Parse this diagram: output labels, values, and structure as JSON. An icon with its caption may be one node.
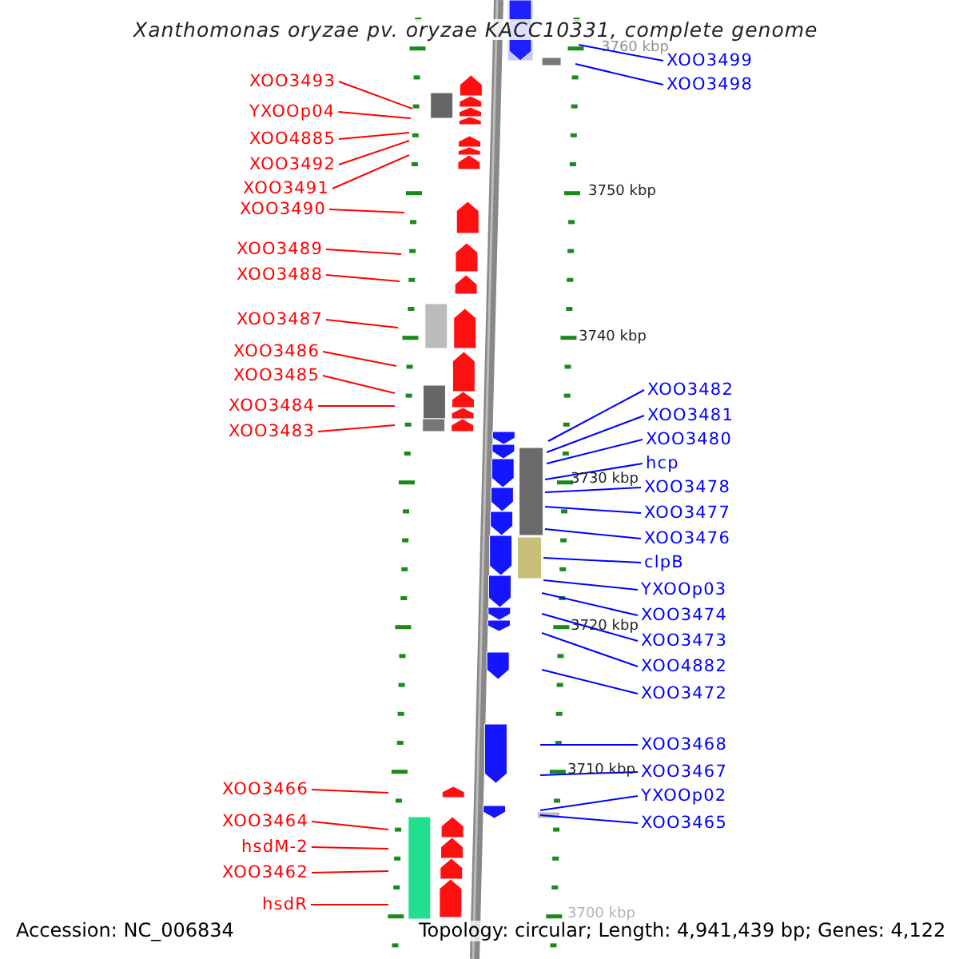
{
  "diagram": {
    "title": "Xanthomonas oryzae pv. oryzae KACC10331, complete genome",
    "nodes": [
      {
        "text": [
          "XOO3493"
        ]
      },
      {
        "text": [
          "YXOOp04"
        ]
      },
      {
        "text": [
          "XOO4885"
        ]
      },
      {
        "text": [
          "XOO3492"
        ]
      },
      {
        "text": [
          "XOO3491"
        ]
      },
      {
        "text": [
          "XOO3490"
        ]
      },
      {
        "text": [
          "XOO3489"
        ]
      },
      {
        "text": [
          "XOO3488"
        ]
      },
      {
        "text": [
          "XOO3487"
        ]
      },
      {
        "text": [
          "XOO3486"
        ]
      },
      {
        "text": [
          "XOO3485"
        ]
      },
      {
        "text": [
          "XOO3484"
        ]
      },
      {
        "text": [
          "XOO3483"
        ]
      },
      {
        "text": [
          "XOO3466"
        ]
      },
      {
        "text": [
          "XOO3464"
        ]
      },
      {
        "text": [
          "hsdM-2"
        ]
      },
      {
        "text": [
          "XOO3462"
        ]
      },
      {
        "text": [
          "hsdR"
        ]
      },
      {
        "text": [
          "XOO3499"
        ]
      },
      {
        "text": [
          "XOO3498"
        ]
      },
      {
        "text": [
          "XOO3482"
        ]
      },
      {
        "text": [
          "XOO3481"
        ]
      },
      {
        "text": [
          "XOO3480"
        ]
      },
      {
        "text": [
          "hcp"
        ]
      },
      {
        "text": [
          "XOO3478"
        ]
      },
      {
        "text": [
          "XOO3477"
        ]
      },
      {
        "text": [
          "XOO3476"
        ]
      },
      {
        "text": [
          "clpB"
        ]
      },
      {
        "text": [
          "YXOOp03"
        ]
      },
      {
        "text": [
          "XOO3474"
        ]
      },
      {
        "text": [
          "XOO3473"
        ]
      },
      {
        "text": [
          "XOO4882"
        ]
      },
      {
        "text": [
          "XOO3472"
        ]
      },
      {
        "text": [
          "XOO3468"
        ]
      },
      {
        "text": [
          "XOO3467"
        ]
      },
      {
        "text": [
          "YXOOp02"
        ]
      },
      {
        "text": [
          "XOO3465"
        ]
      }
    ],
    "edges": [
      {
        "from": 0,
        "to": null,
        "arrow": "none",
        "color": "#ff0000"
      },
      {
        "from": 1,
        "to": null,
        "arrow": "none",
        "color": "#ff0000"
      },
      {
        "from": 2,
        "to": null,
        "arrow": "none",
        "color": "#ff0000"
      },
      {
        "from": 3,
        "to": null,
        "arrow": "none",
        "color": "#ff0000"
      },
      {
        "from": 4,
        "to": null,
        "arrow": "none",
        "color": "#ff0000"
      },
      {
        "from": 5,
        "to": null,
        "arrow": "none",
        "color": "#ff0000"
      },
      {
        "from": 6,
        "to": null,
        "arrow": "none",
        "color": "#ff0000"
      },
      {
        "from": 7,
        "to": null,
        "arrow": "none",
        "color": "#ff0000"
      },
      {
        "from": 8,
        "to": null,
        "arrow": "none",
        "color": "#ff0000"
      },
      {
        "from": 9,
        "to": null,
        "arrow": "none",
        "color": "#ff0000"
      },
      {
        "from": 10,
        "to": null,
        "arrow": "none",
        "color": "#ff0000"
      },
      {
        "from": 11,
        "to": null,
        "arrow": "none",
        "color": "#ff0000"
      },
      {
        "from": 12,
        "to": null,
        "arrow": "none",
        "color": "#ff0000"
      },
      {
        "from": 13,
        "to": null,
        "arrow": "none",
        "color": "#ff0000"
      },
      {
        "from": 14,
        "to": null,
        "arrow": "none",
        "color": "#ff0000"
      },
      {
        "from": 15,
        "to": null,
        "arrow": "none",
        "color": "#ff0000"
      },
      {
        "from": 16,
        "to": null,
        "arrow": "none",
        "color": "#ff0000"
      },
      {
        "from": 17,
        "to": null,
        "arrow": "none",
        "color": "#ff0000"
      },
      {
        "from": 18,
        "to": null,
        "arrow": "none"
      },
      {
        "from": 19,
        "to": null,
        "arrow": "none"
      },
      {
        "from": 20,
        "to": null,
        "arrow": "none"
      },
      {
        "from": 21,
        "to": null,
        "arrow": "none"
      },
      {
        "from": 22,
        "to": null,
        "arrow": "none"
      },
      {
        "from": 23,
        "to": null,
        "arrow": "none"
      },
      {
        "from": 24,
        "to": null,
        "arrow": "none"
      },
      {
        "from": 25,
        "to": null,
        "arrow": "none"
      },
      {
        "from": 26,
        "to": null,
        "arrow": "none"
      },
      {
        "from": 27,
        "to": null,
        "arrow": "none"
      },
      {
        "from": 28,
        "to": null,
        "arrow": "none"
      },
      {
        "from": 29,
        "to": null,
        "arrow": "none"
      },
      {
        "from": 30,
        "to": null,
        "arrow": "none"
      },
      {
        "from": 31,
        "to": null,
        "arrow": "none"
      },
      {
        "from": 32,
        "to": null,
        "arrow": "none"
      },
      {
        "from": 33,
        "to": null,
        "arrow": "none"
      },
      {
        "from": 34,
        "to": null,
        "arrow": "none"
      },
      {
        "from": 35,
        "to": null,
        "arrow": "none"
      },
      {
        "from": 36,
        "to": null,
        "arrow": "none"
      }
    ],
    "labels": [
      "3760 kbp",
      "3750 kbp",
      "3740 kbp",
      "3730 kbp",
      "3720 kbp",
      "3710 kbp",
      "3700 kbp",
      "Accession: NC_006834",
      "Topology: circular; Length: 4,941,439 bp; Genes: 4,122"
    ]
  }
}
